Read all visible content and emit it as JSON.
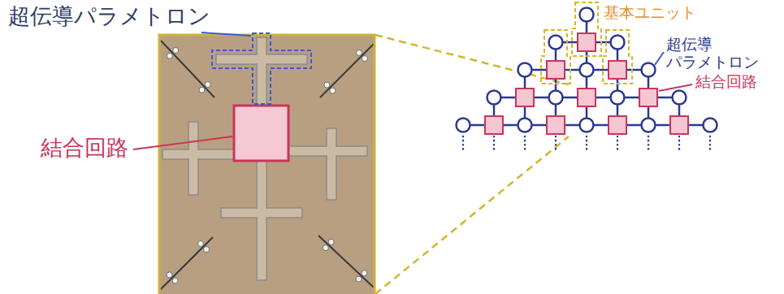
{
  "diagram": {
    "labels": [
      "超伝導パラメトロン",
      "結合回路",
      "基本ユニット",
      "超伝導 パラメトロン",
      "結合回路"
    ]
  }
}
